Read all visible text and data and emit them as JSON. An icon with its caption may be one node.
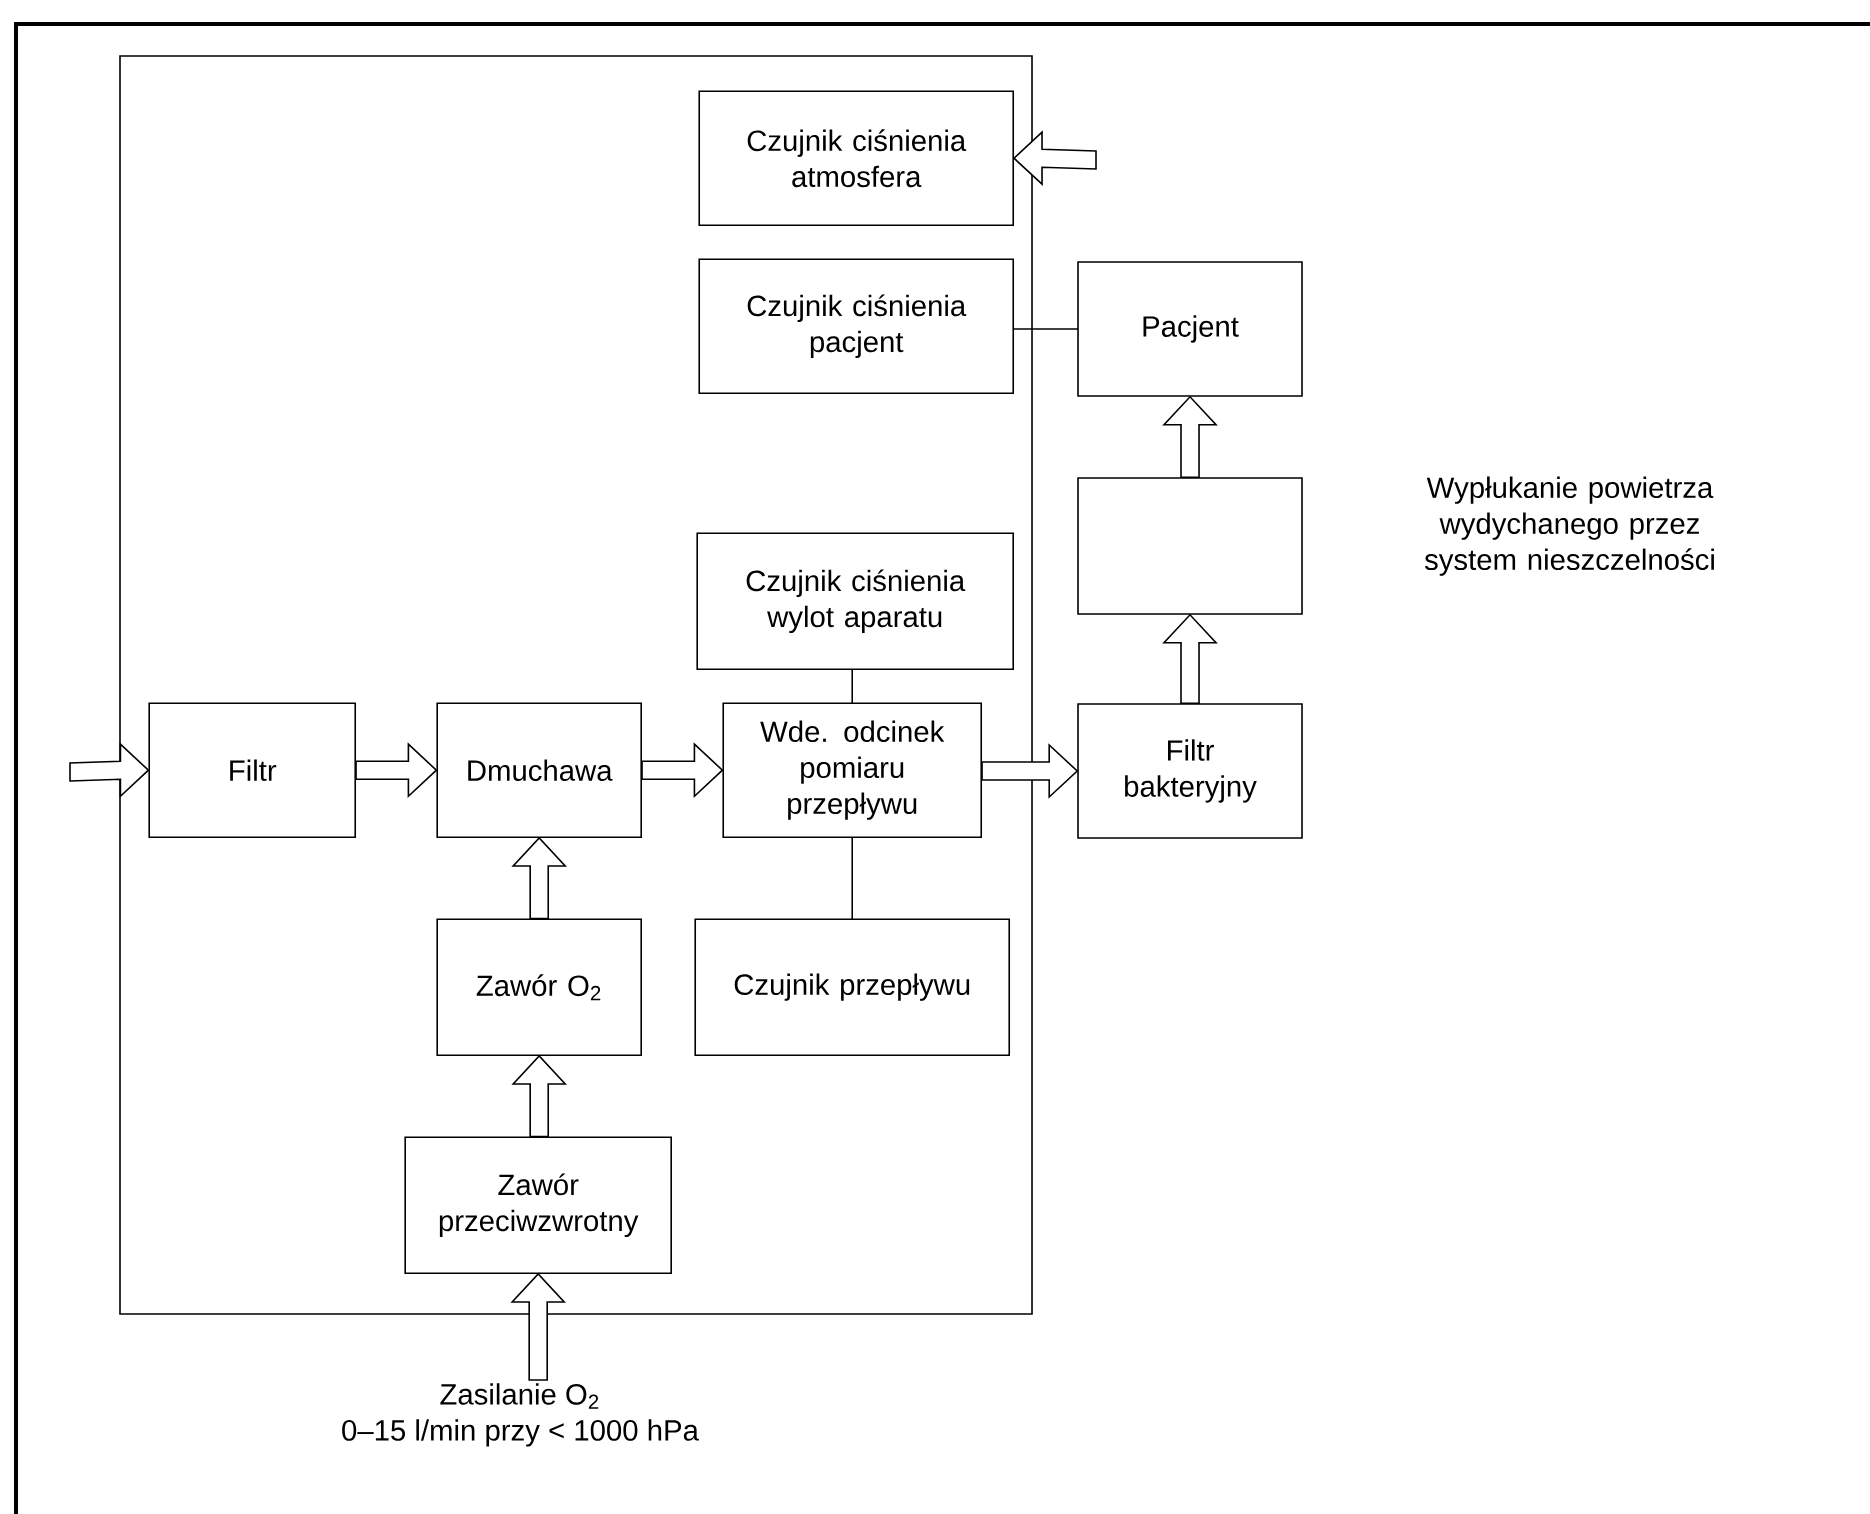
{
  "diagram": {
    "nodes": [
      {
        "text": [],
        "shape": "box"
      },
      {
        "text": [
          "Czujnik ciśnienia atmosfera"
        ],
        "in": 0
      },
      {
        "text": [
          "Czujnik ciśnienia pacjent"
        ],
        "in": 0
      },
      {
        "text": [
          "Pacjent"
        ]
      },
      {
        "text": [],
        "shape": "box"
      },
      {
        "text": [
          "Czujnik ciśnienia wylot aparatu"
        ],
        "in": 0
      },
      {
        "text": [
          "Filtr"
        ],
        "in": 0
      },
      {
        "text": [
          "Dmuchawa"
        ],
        "in": 0
      },
      {
        "text": [
          "Wde. odcinek pomiaru przepływu"
        ],
        "in": 0
      },
      {
        "text": [
          "Filtr bakteryjny"
        ]
      },
      {
        "text": [
          "Zawór O$_{2}$"
        ],
        "in": 0
      },
      {
        "text": [
          "Czujnik przepływu"
        ],
        "in": 0
      },
      {
        "text": [
          "Zawór przeciwzwrotny"
        ],
        "in": 0
      },
      {
        "text": [
          "Zasilanie O$_{2}$",
          "0–15 l/min przy < 1000 hPa"
        ]
      }
    ],
    "edges": [
      {
        "from": null,
        "to": 6,
        "arrow": "to"
      },
      {
        "from": 6,
        "to": 7,
        "arrow": "to"
      },
      {
        "from": 7,
        "to": 8,
        "arrow": "to"
      },
      {
        "from": 8,
        "to": 9,
        "arrow": "to"
      },
      {
        "from": 9,
        "to": 4,
        "arrow": "to"
      },
      {
        "from": 4,
        "to": 3,
        "arrow": "to"
      },
      {
        "from": 10,
        "to": 7,
        "arrow": "to"
      },
      {
        "from": 12,
        "to": 10,
        "arrow": "to"
      },
      {
        "from": 13,
        "to": 12,
        "arrow": "to"
      },
      {
        "from": null,
        "to": 1,
        "arrow": "to"
      },
      {
        "from": 2,
        "to": 3,
        "arrow": "none"
      },
      {
        "from": 5,
        "to": 8,
        "arrow": "none"
      },
      {
        "from": 8,
        "to": 11,
        "arrow": "none"
      }
    ],
    "labels": [
      "Wypłukanie powietrza wydychanego przez system nieszczelności"
    ]
  }
}
